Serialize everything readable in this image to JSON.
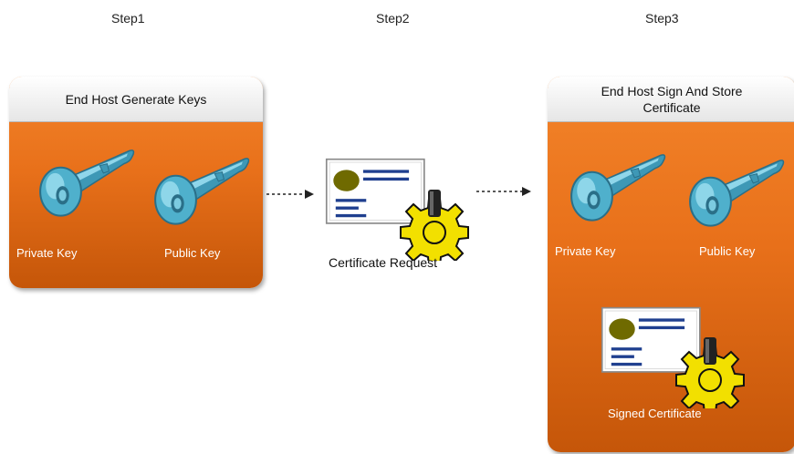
{
  "steps": [
    "Step1",
    "Step2",
    "Step3"
  ],
  "panel1": {
    "title": "End Host Generate Keys",
    "private_key_label": "Private Key",
    "public_key_label": "Public Key"
  },
  "middle": {
    "certificate_label": "Certificate Request"
  },
  "panel3": {
    "title": "End Host Sign And Store Certificate",
    "private_key_label": "Private Key",
    "public_key_label": "Public Key",
    "certificate_label": "Signed Certificate"
  },
  "colors": {
    "panel_orange": "#e8701a",
    "key_blue": "#4fb0cc",
    "gear_yellow": "#f2e000",
    "cert_navy": "#1f3f8f",
    "avatar_olive": "#6f6a00"
  },
  "icons": [
    "key-icon",
    "certificate-icon",
    "gear-icon",
    "dotted-arrow-icon"
  ]
}
